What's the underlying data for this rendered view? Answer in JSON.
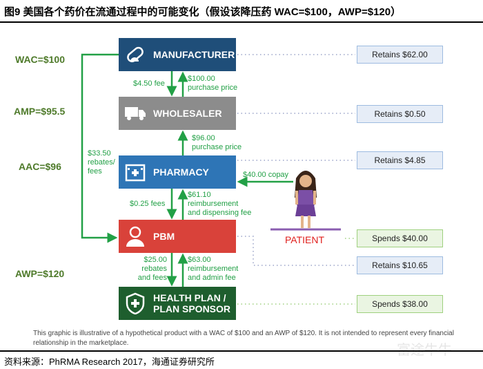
{
  "title": "图9  美国各个药价在流通过程中的可能变化（假设该降压药 WAC=$100，AWP=$120）",
  "price_labels": {
    "wac": "WAC=$100",
    "amp": "AMP=$95.5",
    "aac": "AAC=$96",
    "awp": "AWP=$120"
  },
  "nodes": {
    "manufacturer": {
      "label": "MANUFACTURER",
      "icon": "pill-icon",
      "color": "#1f4e79"
    },
    "wholesaler": {
      "label": "WHOLESALER",
      "icon": "truck-icon",
      "color": "#8c8c8c"
    },
    "pharmacy": {
      "label": "PHARMACY",
      "icon": "pharmacy-building-icon",
      "color": "#2e75b6"
    },
    "pbm": {
      "label": "PBM",
      "icon": "doctor-icon",
      "color": "#d9423a"
    },
    "health_plan": {
      "label": "HEALTH PLAN / PLAN SPONSOR",
      "line1": "HEALTH PLAN /",
      "line2": "PLAN SPONSOR",
      "icon": "shield-cross-icon",
      "color": "#1e5e2e"
    }
  },
  "flows": {
    "mfr_to_wh": "$4.50 fee",
    "wh_to_mfr": [
      "$100.00",
      "purchase price"
    ],
    "ph_to_wh": [
      "$96.00",
      "purchase price"
    ],
    "mfr_to_pbm": [
      "$33.50",
      "rebates/",
      "fees"
    ],
    "pbm_to_ph": "$0.25 fees",
    "ph_from_pbm": [
      "$61.10",
      "reimbursement",
      "and dispensing fee"
    ],
    "pbm_to_hp": [
      "$25.00",
      "rebates",
      "and fees"
    ],
    "hp_to_pbm": [
      "$63.00",
      "reimbursement",
      "and admin fee"
    ],
    "copay": "$40.00 copay"
  },
  "patient": {
    "label": "PATIENT",
    "icon": "patient-woman-icon"
  },
  "results": [
    {
      "id": "manufacturer",
      "text": "Retains $62.00"
    },
    {
      "id": "wholesaler",
      "text": "Retains $0.50"
    },
    {
      "id": "pharmacy",
      "text": "Retains $4.85"
    },
    {
      "id": "patient",
      "text": "Spends $40.00"
    },
    {
      "id": "pbm",
      "text": "Retains $10.65"
    },
    {
      "id": "health_plan",
      "text": "Spends $38.00"
    }
  ],
  "footnote": "This graphic is illustrative of a hypothetical product with a WAC of $100 and an AWP of $120. It is not intended to represent every financial relationship in the marketplace.",
  "source": "资料来源：PhRMA Research 2017，海通证券研究所",
  "watermark": "富途牛牛",
  "colors": {
    "flow": "#22a046",
    "price": "#4e7a2a",
    "patient": "#e0201e",
    "patient_line": "#8a5db0"
  }
}
